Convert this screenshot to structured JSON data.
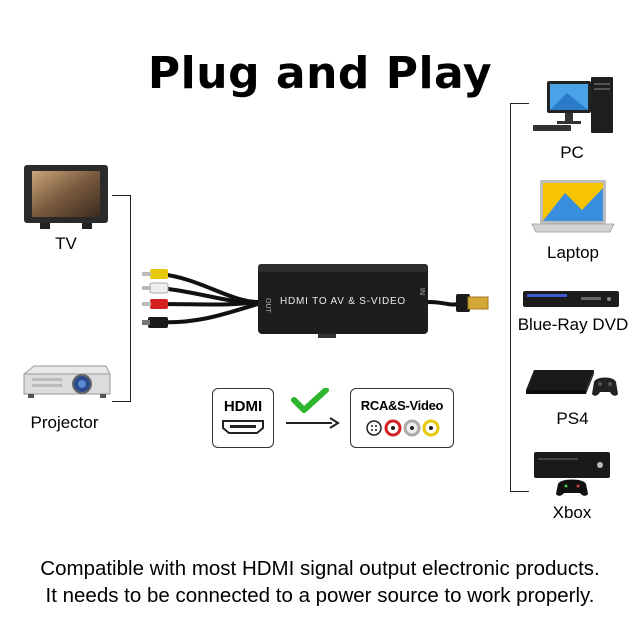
{
  "title": "Plug and Play",
  "outputs": [
    {
      "label": "TV",
      "icon": "crt-tv-icon"
    },
    {
      "label": "Projector",
      "icon": "projector-icon"
    }
  ],
  "inputs": [
    {
      "label": "PC",
      "icon": "desktop-pc-icon"
    },
    {
      "label": "Laptop",
      "icon": "laptop-icon"
    },
    {
      "label": "Blue-Ray DVD",
      "icon": "bluray-player-icon"
    },
    {
      "label": "PS4",
      "icon": "ps4-console-icon"
    },
    {
      "label": "Xbox",
      "icon": "xbox-console-icon"
    }
  ],
  "converter": {
    "label": "HDMI TO AV & S-VIDEO",
    "out_port": "OUT",
    "in_port": "IN"
  },
  "conversion": {
    "from": "HDMI",
    "to": "RCA&S-Video",
    "check_color": "#2db52d"
  },
  "footer": {
    "line1": "Compatible with most HDMI signal output electronic products.",
    "line2": "It needs to be connected to a power source to work properly."
  }
}
